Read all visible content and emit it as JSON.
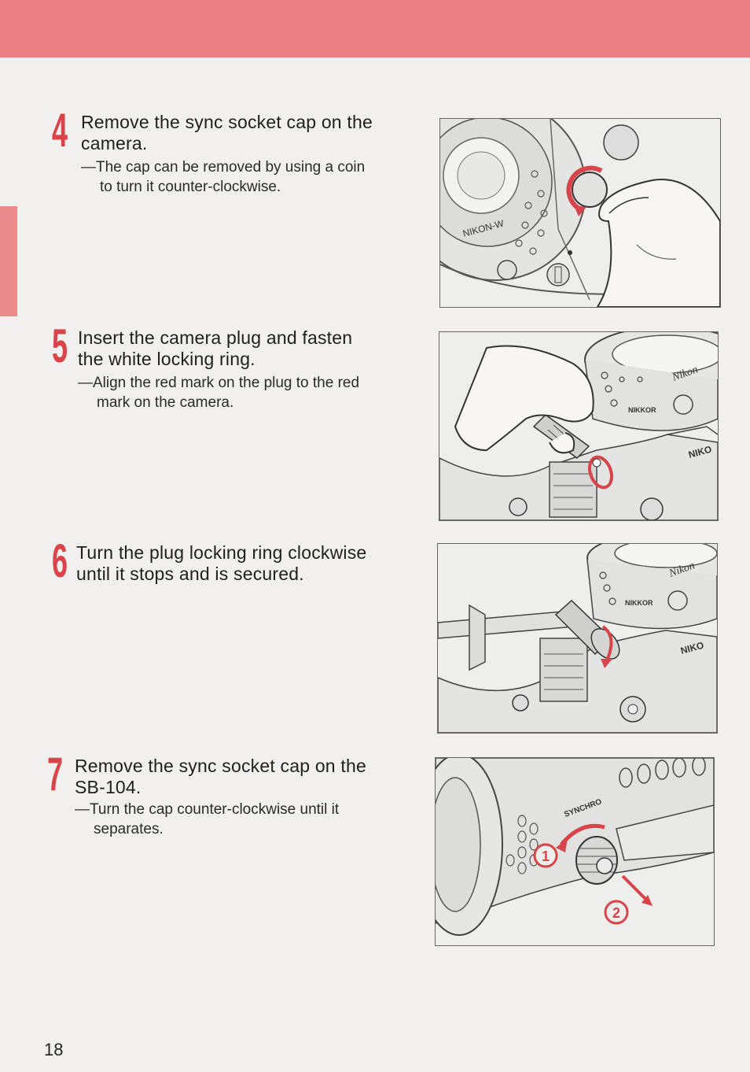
{
  "page": {
    "number": "18",
    "accent_color": "#ec7f83",
    "step_number_color": "#d9444a",
    "arrow_color": "#d9444a"
  },
  "steps": [
    {
      "number": "4",
      "title_line1": "Remove the sync socket cap on the",
      "title_line2": "camera.",
      "note_line1": "—The cap can be removed by using a coin",
      "note_line2": "to turn it counter-clockwise."
    },
    {
      "number": "5",
      "title_line1": "Insert the camera plug and fasten",
      "title_line2": "the white locking ring.",
      "note_line1": "—Align the red mark on the plug to the red",
      "note_line2": "mark on the camera."
    },
    {
      "number": "6",
      "title_line1": "Turn the plug locking ring clockwise",
      "title_line2": "until it stops and is secured."
    },
    {
      "number": "7",
      "title_line1": "Remove the sync socket cap on the",
      "title_line2": "SB-104.",
      "note_line1": "—Turn the cap counter-clockwise until it",
      "note_line2": "separates."
    }
  ],
  "figures": {
    "fig4": {
      "lens_text": "NIKON-W"
    },
    "fig5": {
      "lens_text": "Nikon",
      "ring_text": "NIKKOR",
      "body_text": "NIKO"
    },
    "fig6": {
      "lens_text": "Nikon",
      "ring_text": "NIKKOR",
      "body_text": "NIKO"
    },
    "fig7": {
      "socket_text": "SYNCHRO",
      "marker_1": "1",
      "marker_2": "2"
    }
  }
}
